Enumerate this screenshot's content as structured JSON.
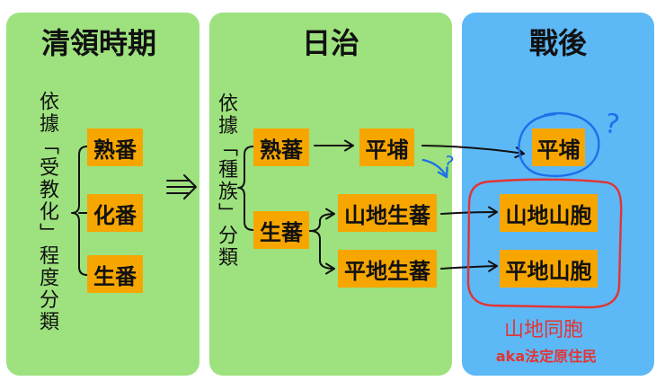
{
  "colors": {
    "panel_green": "#9de27e",
    "panel_blue": "#5db8f6",
    "box_orange": "#f7a600",
    "annotation_blue": "#1e6fe8",
    "annotation_red": "#e33434",
    "ink": "#111111"
  },
  "qing_period": {
    "title": "清領時期",
    "criterion": "依據「受教化」程度分類",
    "categories": [
      "熟番",
      "化番",
      "生番"
    ]
  },
  "japanese_rule": {
    "title": "日治",
    "criterion": "依據「種族」分類",
    "categories": [
      "熟蕃",
      "生蕃"
    ],
    "shufan_becomes": "平埔",
    "shengfan_splits_into": [
      "山地生蕃",
      "平地生蕃"
    ],
    "uncertain_mark": "?"
  },
  "postwar": {
    "title": "戰後",
    "pingpu": "平埔",
    "pingpu_mark": "?",
    "shanbao": [
      "山地山胞",
      "平地山胞"
    ],
    "group_label": "山地同胞",
    "group_note": "aka法定原住民"
  }
}
